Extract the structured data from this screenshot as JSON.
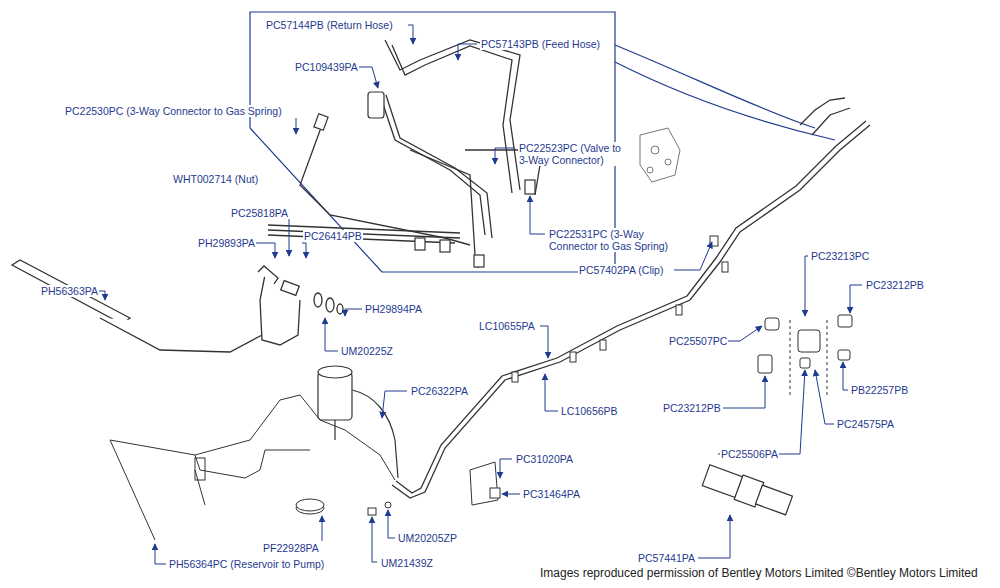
{
  "diagram": {
    "caption": "Images reproduced permission of Bentley Motors Limited ©Bentley Motors Limited",
    "labels": [
      "PC57144PB (Return Hose)",
      "PC57143PB (Feed Hose)",
      "PC109439PA",
      "PC22530PC (3-Way Connector to Gas Spring)",
      "PC22523PC (Valve to 3-Way Connector)",
      "WHT002714 (Nut)",
      "PC25818PA",
      "PH29893PA",
      "PC26414PB",
      "PC22531PC (3-Way Connector to Gas Spring)",
      "PC57402PA (Clip)",
      "PC23213PC",
      "PC23212PB",
      "PH56363PA",
      "PH29894PA",
      "LC10655PA",
      "PC25507PC",
      "UM20225Z",
      "PC26322PA",
      "LC10656PB",
      "PB22257PB",
      "PC23212PB",
      "PC24575PA",
      "PC25506PA",
      "PC31020PA",
      "PC31464PA",
      "PF22928PA",
      "UM20205ZP",
      "PC57441PA",
      "PH56364PC (Reservoir to Pump)",
      "UM21439Z"
    ]
  }
}
